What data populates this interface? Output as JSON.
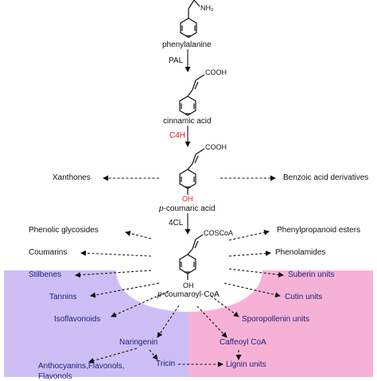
{
  "colors": {
    "left_region": "#cdbef5",
    "right_region": "#f6b2d6",
    "enzyme_highlight": "#e0142d",
    "outer_products": "#1c1f7a",
    "line": "#111111"
  },
  "compounds": {
    "nh2": "NH₂",
    "phenylalanine": "phenylalanine",
    "cinnamic_acid": "cinnamic acid",
    "cinnamic_cooh": "COOH",
    "pcoumaric_prefix": "p",
    "pcoumaric_rest": "-coumaric acid",
    "pcoumaric_cooh": "COOH",
    "pcoumaric_oh": "OH",
    "coa_prefix": "p",
    "coa_rest": "-coumaroyl-CoA",
    "coa_group": "COSCoA",
    "coa_oh": "OH"
  },
  "enzymes": {
    "pal": "PAL",
    "c4h": "C4H",
    "fourcl": "4CL"
  },
  "branches_left": {
    "xanthones": "Xanthones",
    "phenolic_glycosides": "Phenolic glycosides",
    "coumarins": "Coumarins",
    "stilbenes": "Stilbenes",
    "tannins": "Tannins",
    "isoflavonoids": "Isoflavonoids",
    "naringenin": "Naringenin",
    "anthocyanins": "Anthocyanins,Flavonols,",
    "flavonols_cut": "Flavonols"
  },
  "branches_right": {
    "benzoic": "Benzoic acid derivatives",
    "phenylpropanoid_esters": "Phenylpropanoid esters",
    "phenolamides": "Phenolamides",
    "suberin": "Suberin units",
    "cutin": "Cutin units",
    "sporopollenin": "Sporopollenin units",
    "caffeoyl": "Caffeoyl CoA",
    "tricin": "Tricin",
    "lignin": "Lignin units"
  }
}
